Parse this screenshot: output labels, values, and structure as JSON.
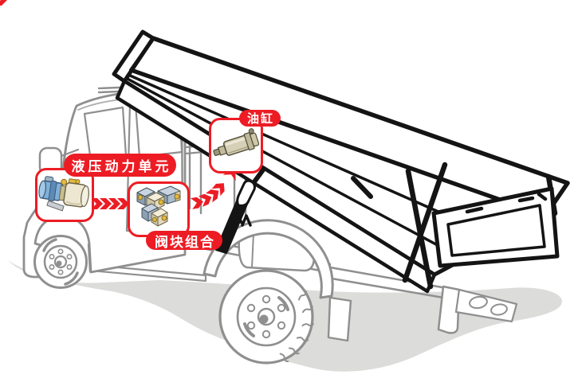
{
  "callouts": [
    {
      "id": "hydraulic-power-unit",
      "label": "液压动力单元"
    },
    {
      "id": "valve-block-assembly",
      "label": "阀块组合"
    },
    {
      "id": "oil-cylinder",
      "label": "油缸"
    }
  ],
  "icons": {
    "power_unit": "hydraulic-power-unit-illustration",
    "valve_block": "valve-block-assembly-illustration",
    "cylinder": "oil-cylinder-illustration",
    "arrows": "red-dashed-flow-arrows"
  },
  "colors": {
    "callout_red": "#ED1C24",
    "label_text": "#FFFFFF",
    "truck_outline_gray": "#8F8F8F",
    "bed_outline_black": "#141414",
    "shadow_gray": "#DCDCDA",
    "motor_blue": "#7FB0D9",
    "tank_cream": "#EDE7D2",
    "cylinder_khaki": "#D6D0B6",
    "port_yellow": "#E3B93F",
    "background": "#FFFFFF"
  }
}
